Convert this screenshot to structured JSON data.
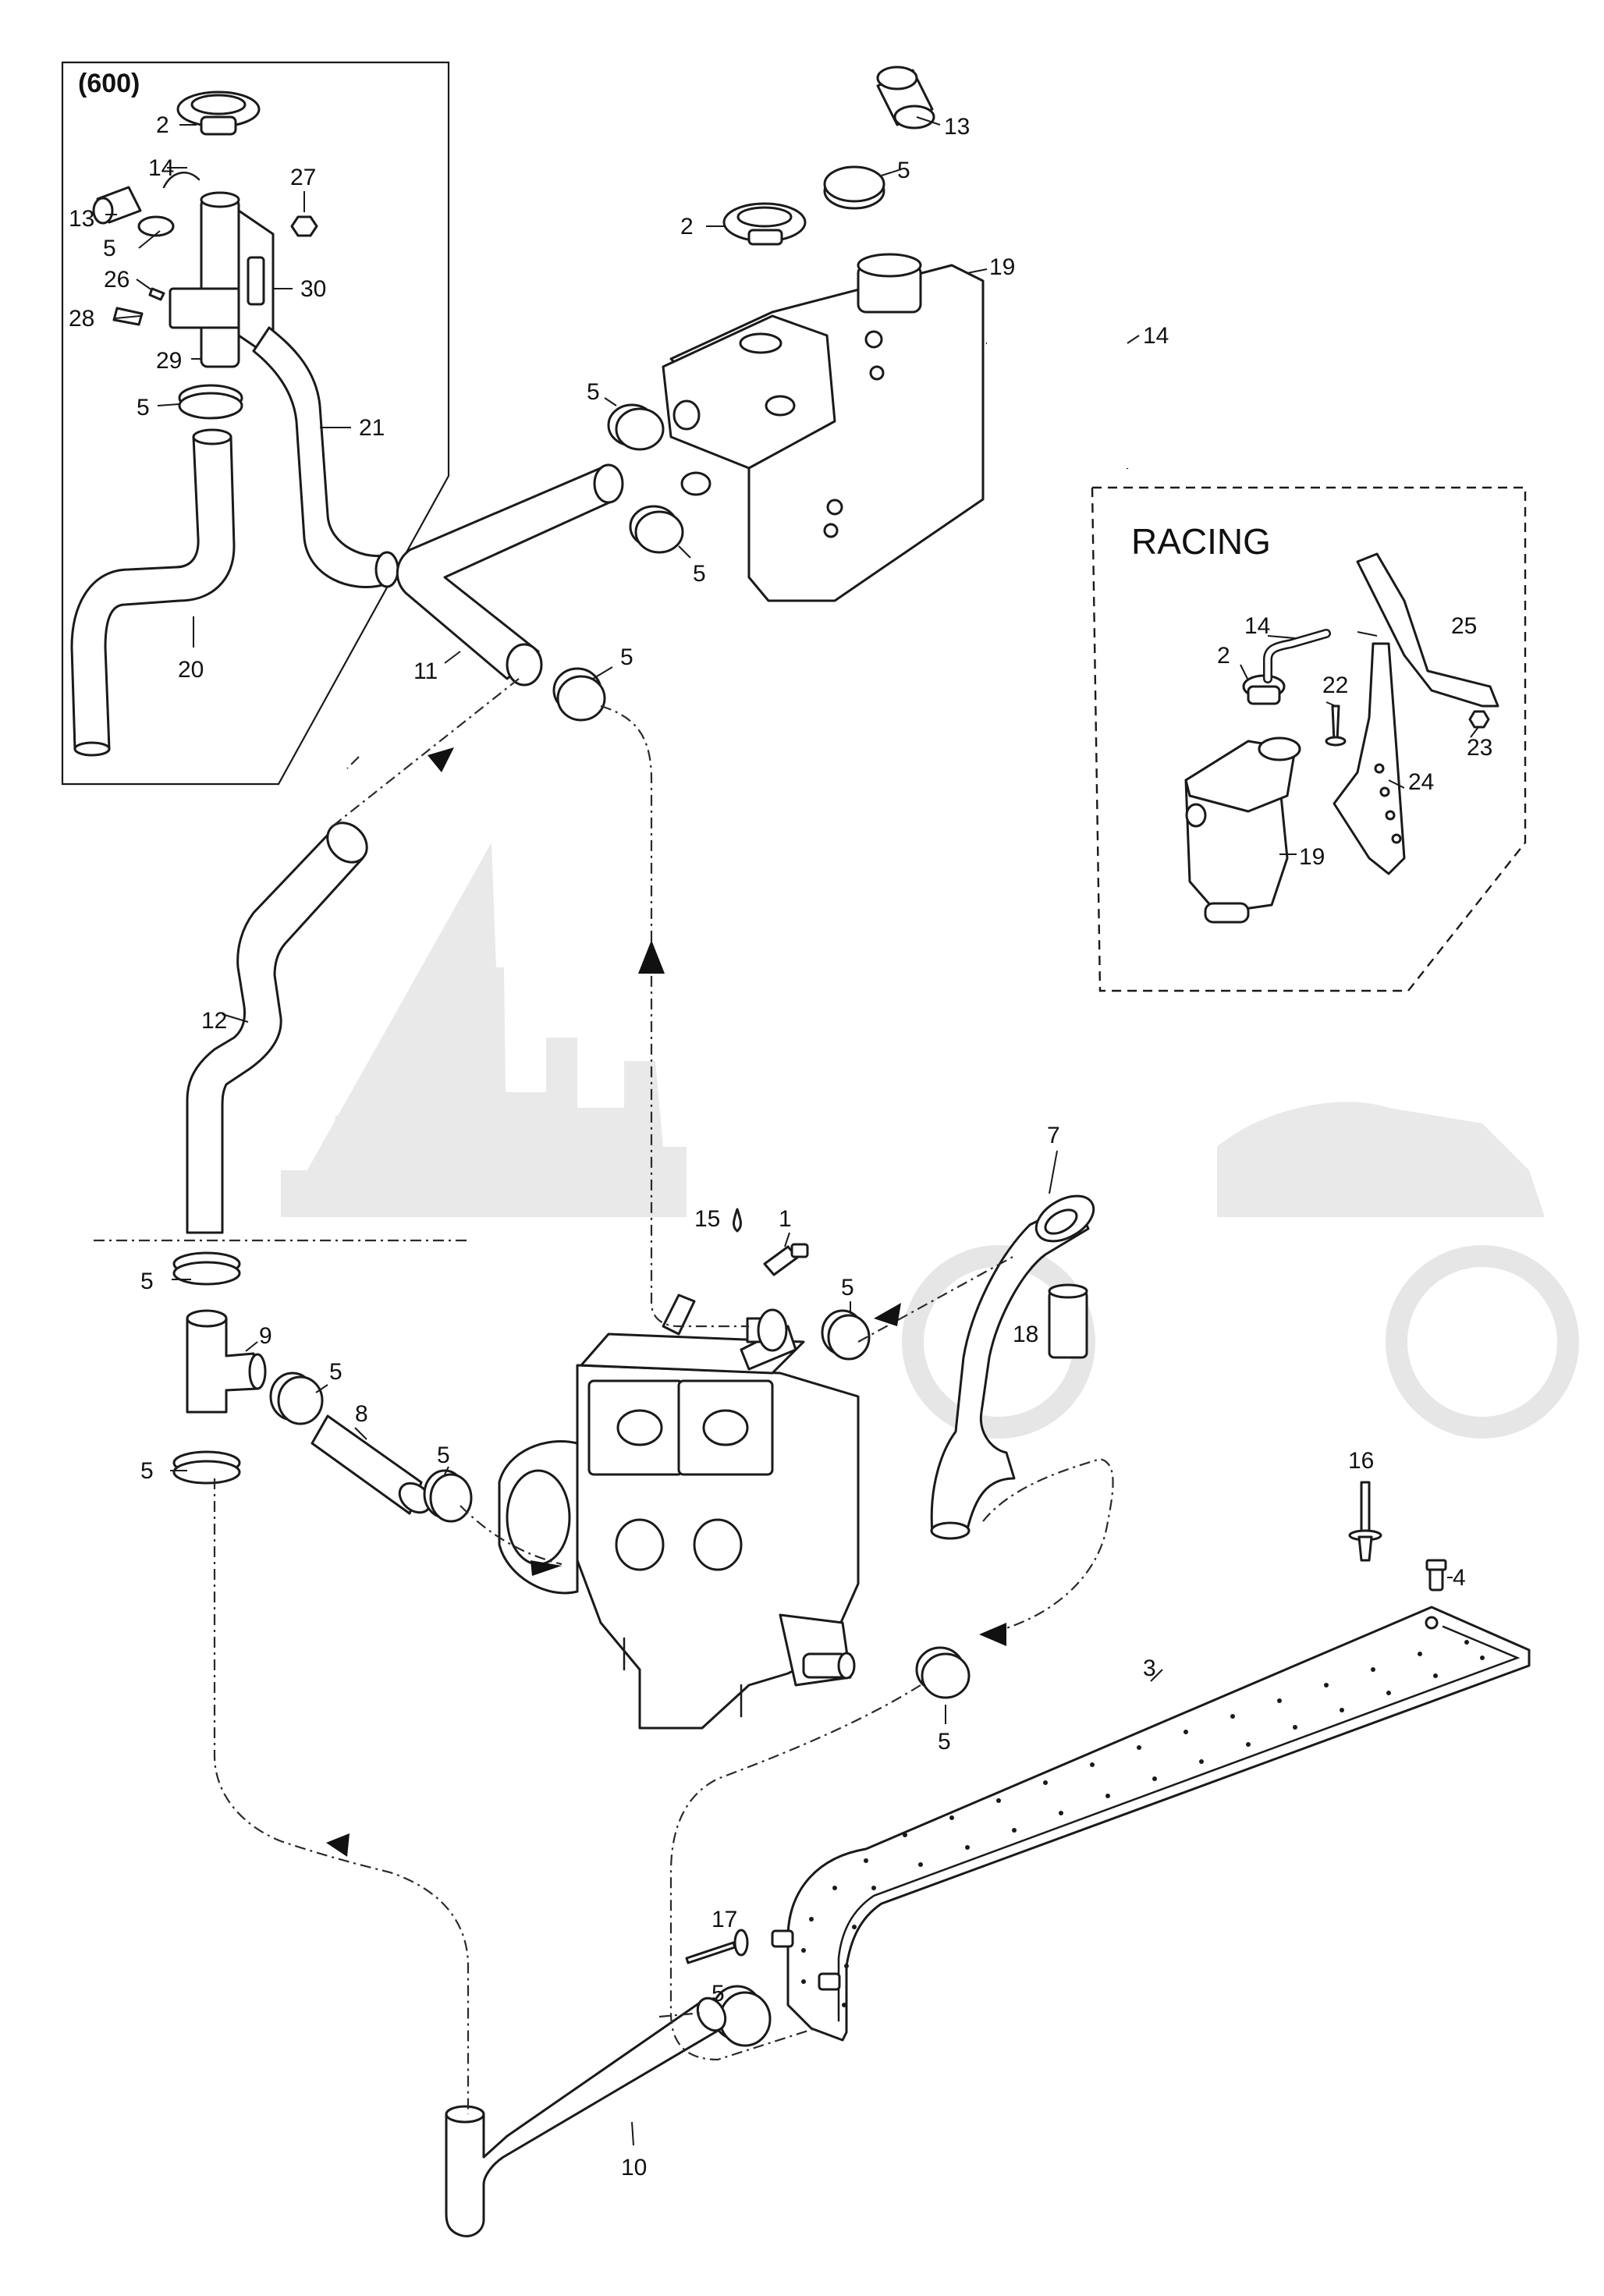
{
  "insets": {
    "model_600": {
      "title": "(600)"
    },
    "racing": {
      "title": "RACING"
    }
  },
  "callouts": {
    "c1": "1",
    "c2a": "2",
    "c2b": "2",
    "c2c": "2",
    "c3": "3",
    "c4": "4",
    "c5a": "5",
    "c5b": "5",
    "c5c": "5",
    "c5d": "5",
    "c5e": "5",
    "c5f": "5",
    "c5g": "5",
    "c5h": "5",
    "c5i": "5",
    "c5j": "5",
    "c5k": "5",
    "c5l": "5",
    "c5m": "5",
    "c7": "7",
    "c8": "8",
    "c9": "9",
    "c10": "10",
    "c11": "11",
    "c12": "12",
    "c13a": "13",
    "c13b": "13",
    "c14a": "14",
    "c14b": "14",
    "c14c": "14",
    "c15": "15",
    "c16": "16",
    "c17": "17",
    "c18": "18",
    "c19a": "19",
    "c19b": "19",
    "c20": "20",
    "c21": "21",
    "c22": "22",
    "c23": "23",
    "c24": "24",
    "c25": "25",
    "c26": "26",
    "c27": "27",
    "c28": "28",
    "c29": "29",
    "c30": "30"
  }
}
